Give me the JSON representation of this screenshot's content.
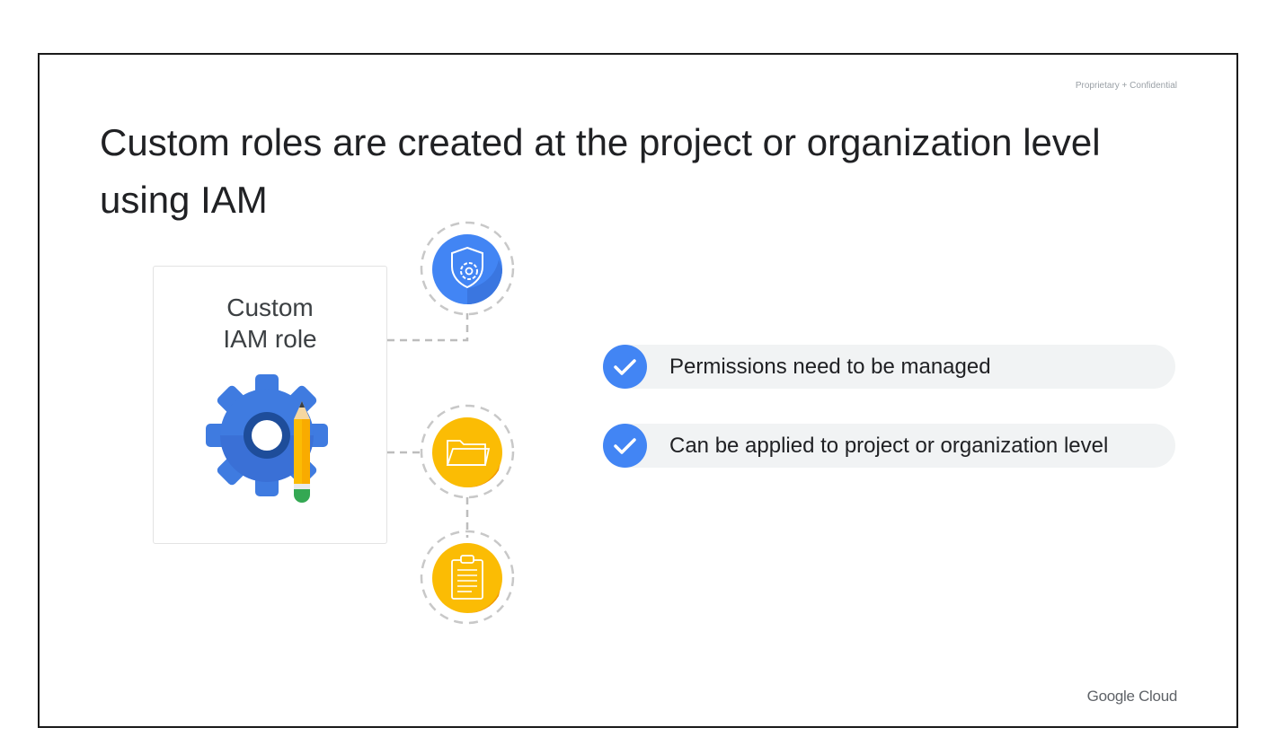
{
  "slide": {
    "confidential": "Proprietary + Confidential",
    "title": "Custom roles are created at the project or organization level using IAM",
    "role_card": {
      "line1": "Custom",
      "line2": "IAM role",
      "icon": "gear-with-pencil-icon"
    },
    "nodes": [
      {
        "icon": "shield-gear-icon",
        "color": "#4285f4"
      },
      {
        "icon": "folder-icon",
        "color": "#fbbc04"
      },
      {
        "icon": "clipboard-icon",
        "color": "#fbbc04"
      }
    ],
    "points": [
      {
        "text": "Permissions need to be managed",
        "icon": "check-icon"
      },
      {
        "text": "Can be applied to project or organization level",
        "icon": "check-icon"
      }
    ],
    "brand": "Google Cloud",
    "colors": {
      "blue": "#4285f4",
      "yellow": "#fbbc04",
      "pill": "#f1f3f4",
      "text": "#202124"
    }
  }
}
